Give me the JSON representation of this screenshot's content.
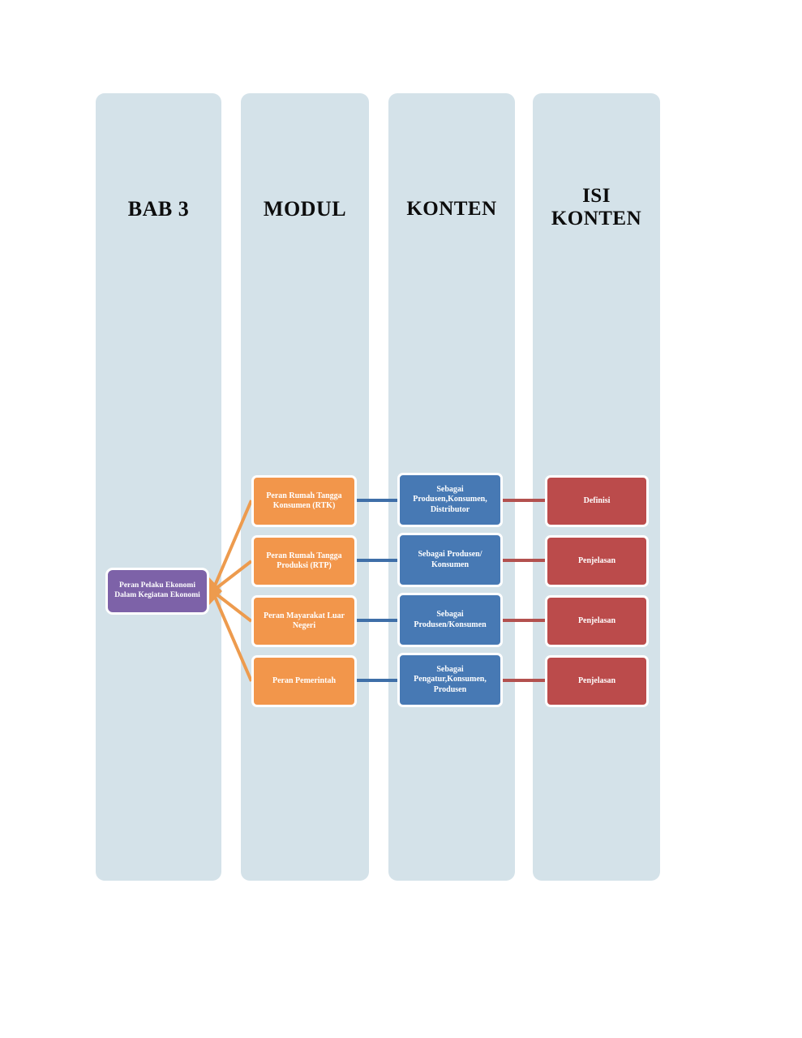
{
  "columns": [
    {
      "id": "bab3",
      "title": "BAB 3"
    },
    {
      "id": "modul",
      "title": "MODUL"
    },
    {
      "id": "konten",
      "title": "KONTEN"
    },
    {
      "id": "isi",
      "title": "ISI\nKONTEN"
    }
  ],
  "root": {
    "label": "Peran Pelaku Ekonomi Dalam Kegiatan Ekonomi",
    "color": "#7d62a8"
  },
  "rows": [
    {
      "modul": "Peran Rumah Tangga Konsumen (RTK)",
      "konten": "Sebagai Produsen,Konsumen, Distributor",
      "isi": "Definisi"
    },
    {
      "modul": "Peran Rumah Tangga Produksi (RTP)",
      "konten": "Sebagai Produsen/ Konsumen",
      "isi": "Penjelasan"
    },
    {
      "modul": "Peran  Mayarakat Luar Negeri",
      "konten": "Sebagai Produsen/Konsumen",
      "isi": "Penjelasan"
    },
    {
      "modul": "Peran Pemerintah",
      "konten": "Sebagai Pengatur,Konsumen, Produsen",
      "isi": "Penjelasan"
    }
  ],
  "colors": {
    "band": "#d4e2e9",
    "modul": "#f2964b",
    "konten": "#4779b4",
    "isi": "#bb4b4b",
    "root": "#7d62a8",
    "connector_root": "#ed9b4e",
    "connector_konten": "#3f6fa8",
    "connector_isi": "#b3514f",
    "title_text": "#0d0d0d",
    "node_text": "#ffffff"
  }
}
